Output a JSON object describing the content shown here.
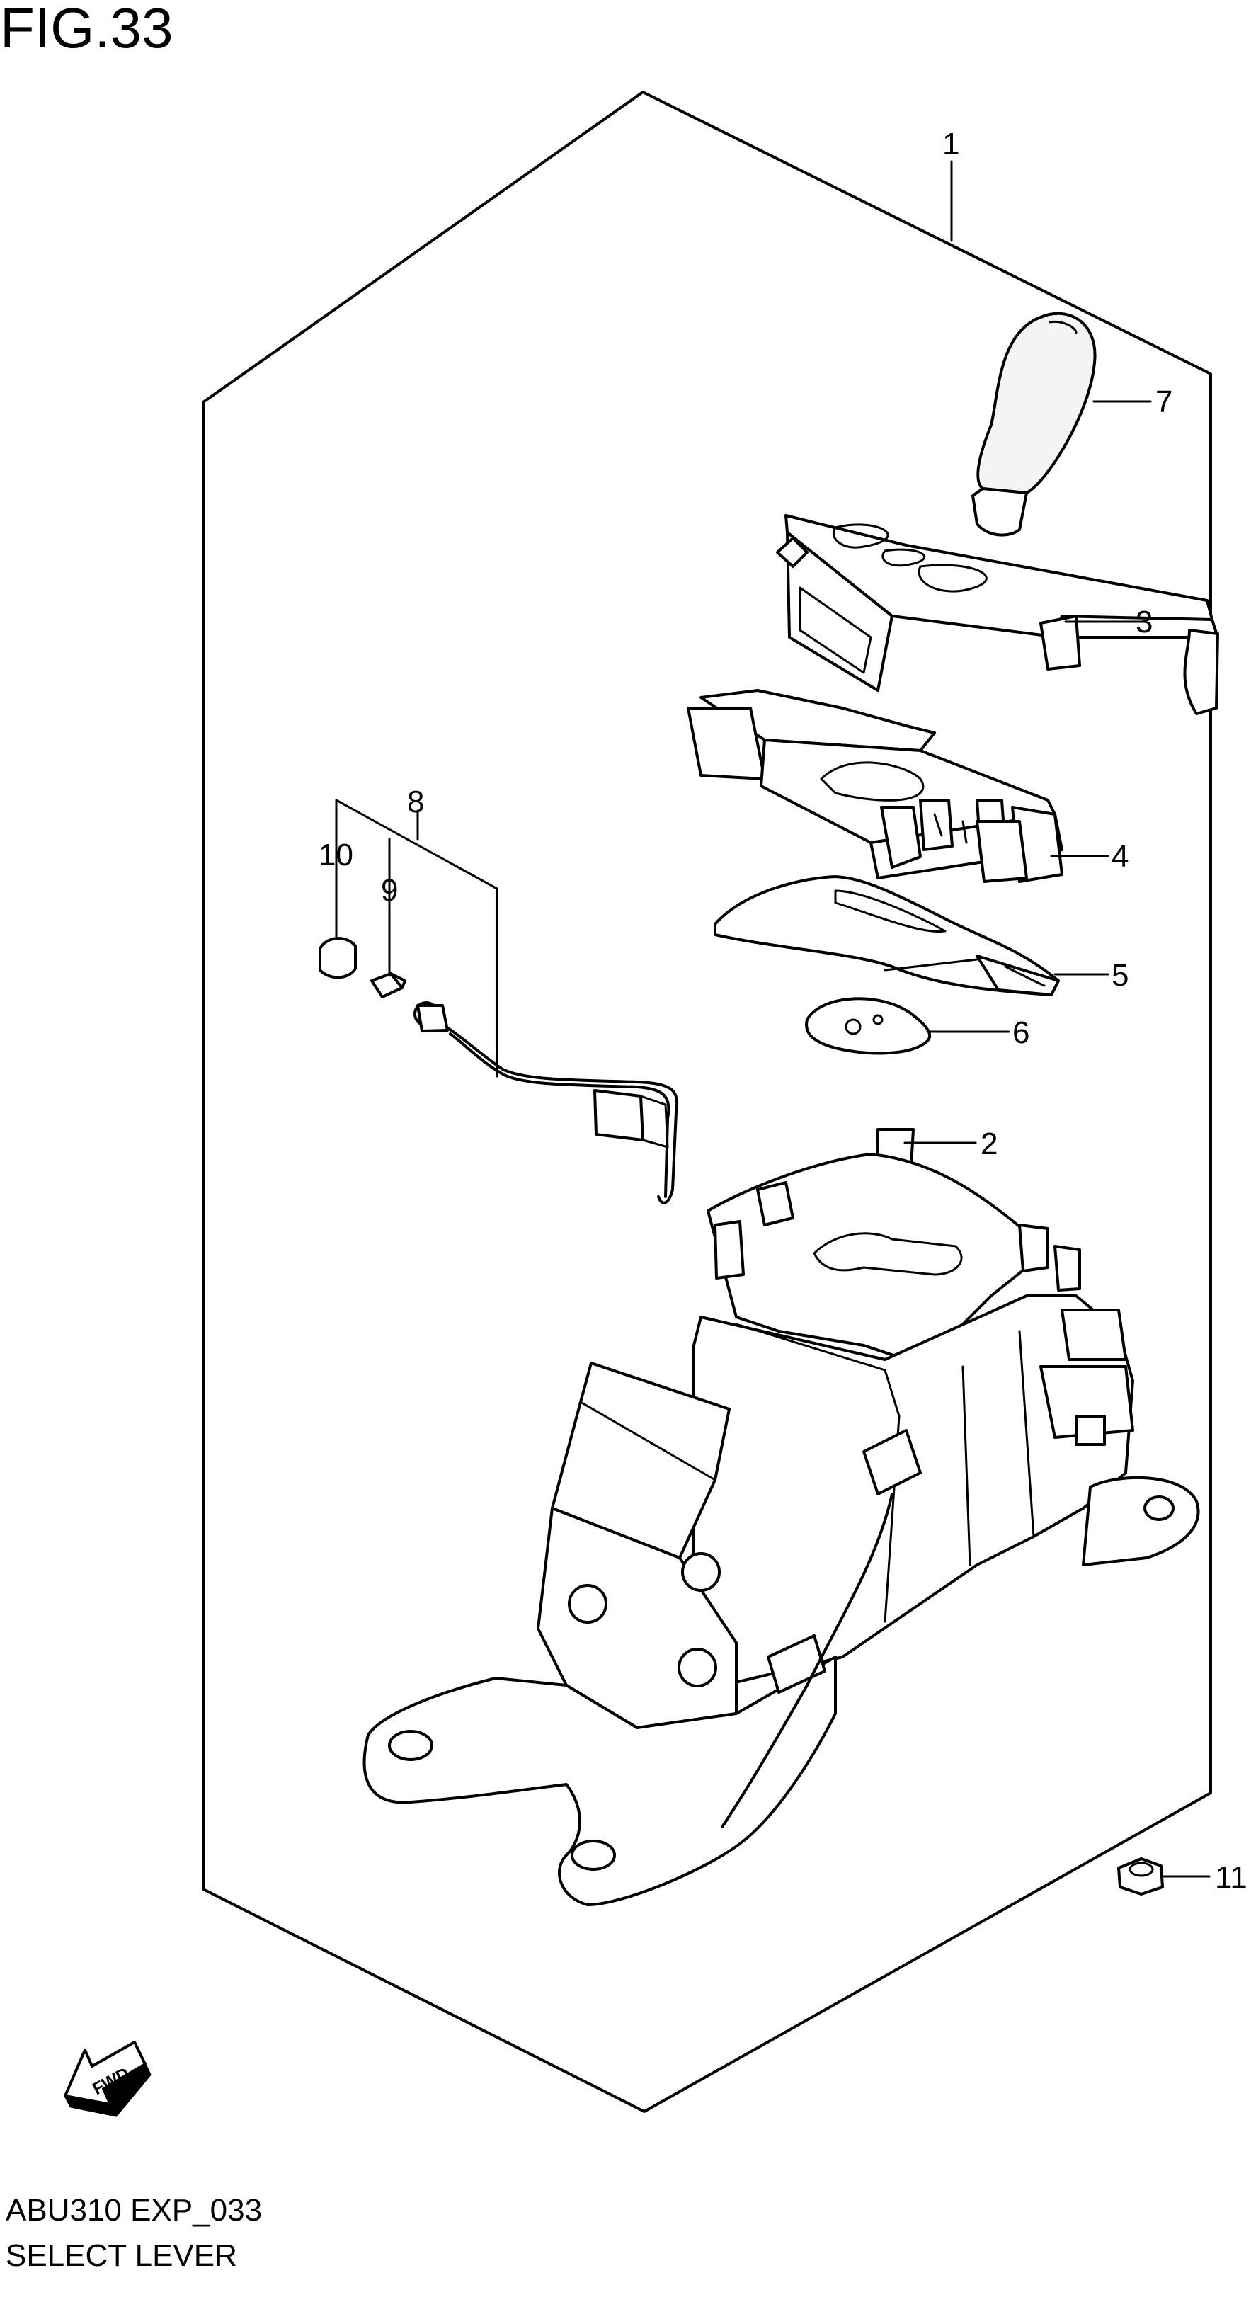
{
  "figure": {
    "title": "FIG.33",
    "code": "ABU310 EXP_033",
    "name": "SELECT LEVER"
  },
  "callouts": [
    {
      "id": "1",
      "label": "1"
    },
    {
      "id": "2",
      "label": "2"
    },
    {
      "id": "3",
      "label": "3"
    },
    {
      "id": "4",
      "label": "4"
    },
    {
      "id": "5",
      "label": "5"
    },
    {
      "id": "6",
      "label": "6"
    },
    {
      "id": "7",
      "label": "7"
    },
    {
      "id": "8",
      "label": "8"
    },
    {
      "id": "9",
      "label": "9"
    },
    {
      "id": "10",
      "label": "10"
    },
    {
      "id": "11",
      "label": "11"
    }
  ],
  "fwd_badge": "FWD",
  "icons": {
    "fwd": "fwd-arrow-icon"
  }
}
